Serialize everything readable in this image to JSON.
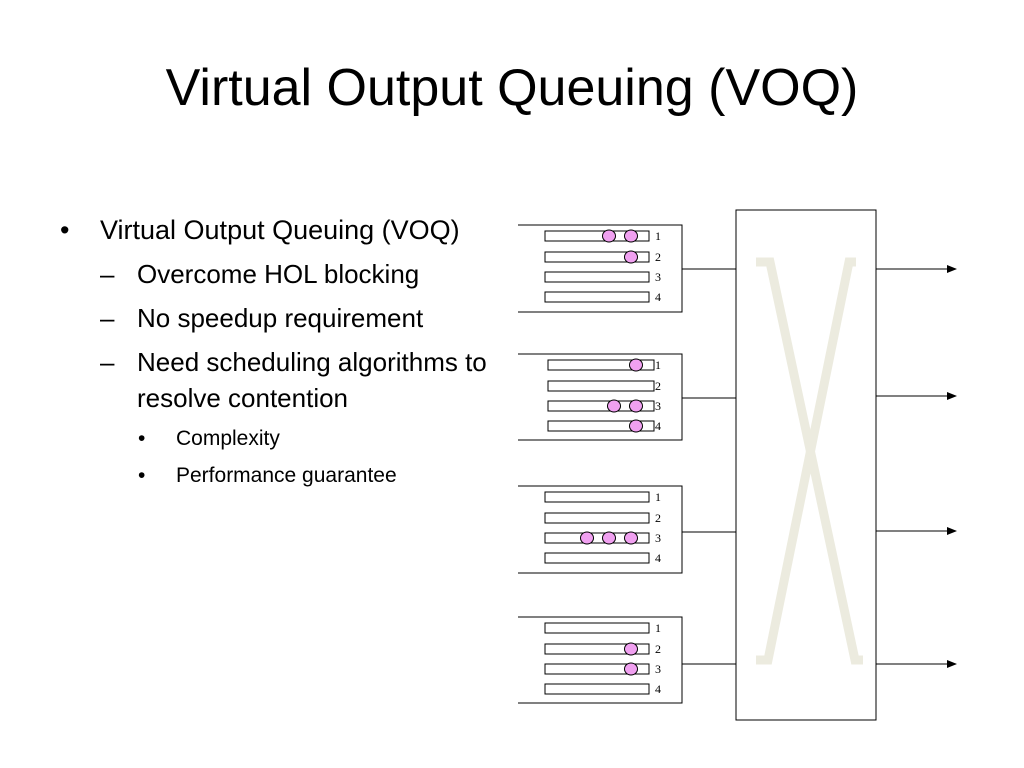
{
  "title": "Virtual Output Queuing (VOQ)",
  "bullets": {
    "main": "Virtual Output Queuing (VOQ)",
    "sub": [
      "Overcome HOL blocking",
      "No speedup requirement",
      "Need scheduling algorithms to resolve contention"
    ],
    "subsub": [
      "Complexity",
      "Performance guarantee"
    ]
  },
  "diagram": {
    "queue_labels": [
      "1",
      "2",
      "3",
      "4"
    ],
    "inputs": [
      {
        "packets": [
          2,
          1,
          0,
          0
        ]
      },
      {
        "packets": [
          1,
          0,
          2,
          1
        ]
      },
      {
        "packets": [
          0,
          0,
          3,
          0
        ]
      },
      {
        "packets": [
          0,
          1,
          1,
          0
        ]
      }
    ],
    "packet_color": "#f0a0f0",
    "crossbar_color": "#ecebdf"
  }
}
